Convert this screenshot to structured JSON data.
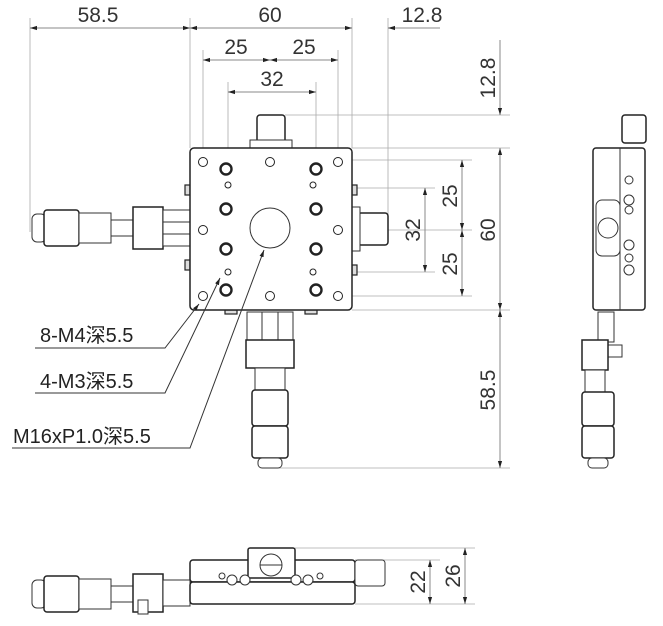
{
  "dimensions": {
    "top_left_offset": "58.5",
    "top_width": "60",
    "top_right_knob": "12.8",
    "hole_pitch_left": "25",
    "hole_pitch_right": "25",
    "hole_pitch_inner": "32",
    "right_top_knob": "12.8",
    "right_height": "60",
    "right_bottom_offset": "58.5",
    "right_pitch_upper": "25",
    "right_pitch_lower": "25",
    "right_pitch_inner": "32",
    "front_height_body": "22",
    "front_height_total": "26"
  },
  "callouts": {
    "m4_holes": "8-M4深5.5",
    "m3_holes": "4-M3深5.5",
    "center_thread": "M16xP1.0深5.5"
  }
}
